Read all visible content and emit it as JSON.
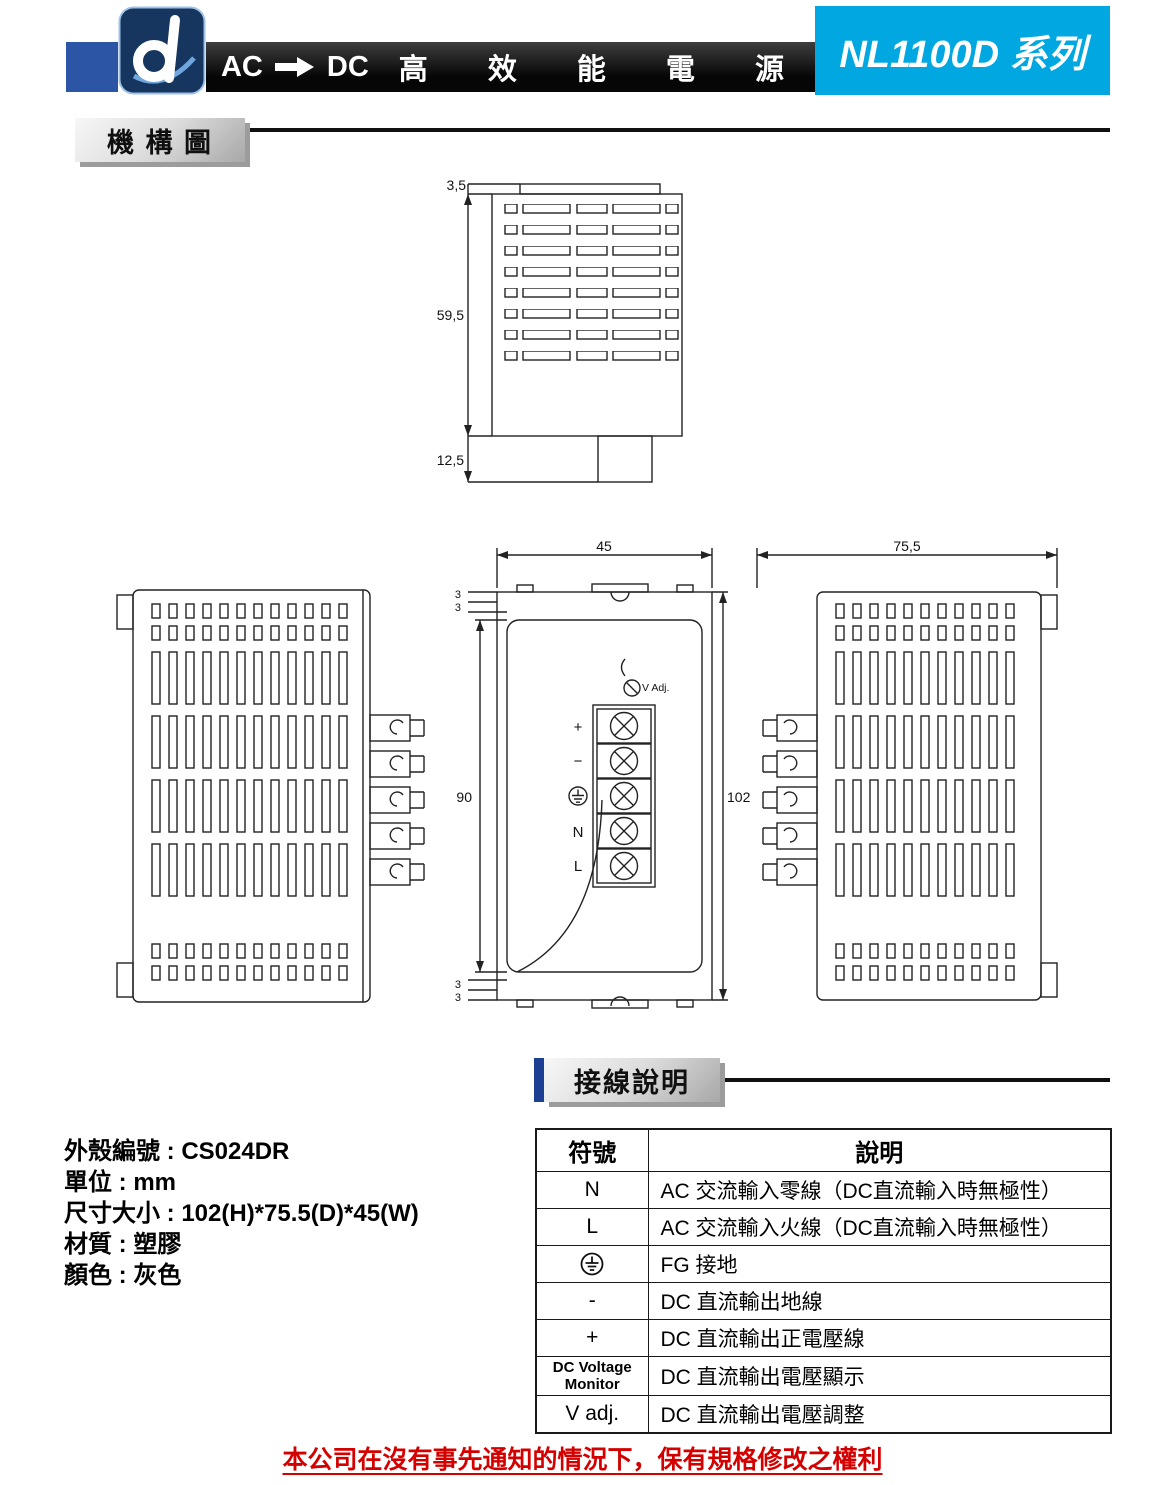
{
  "header": {
    "ac": "AC",
    "dc": "DC",
    "suffix": "高 效 能 電 源",
    "series": "NL1100D 系列",
    "logo_icon": "dc-power-brand-logo"
  },
  "sections": {
    "mechanical": "機 構 圖",
    "wiring": "接線說明"
  },
  "drawing": {
    "top": {
      "d1": "3,5",
      "d2": "59,5",
      "d3": "12,5"
    },
    "front": {
      "w": "45",
      "h_inner": "90",
      "h_outer": "102",
      "t1": "3",
      "t2": "3",
      "t3": "3",
      "t4": "3",
      "pot": "V Adj.",
      "term_plus": "+",
      "term_minus": "−",
      "term_ground_icon": "earth-ground-icon",
      "term_n": "N",
      "term_l": "L"
    },
    "side": {
      "d": "75,5"
    }
  },
  "specs": {
    "lines": [
      "外殼編號  : CS024DR",
      "單位 : mm",
      "尺寸大小 : 102(H)*75.5(D)*45(W)",
      "材質 : 塑膠",
      "顏色 : 灰色"
    ]
  },
  "table": {
    "headers": {
      "symbol": "符號",
      "description": "說明"
    },
    "rows": [
      {
        "symbol": "N",
        "description": "AC 交流輸入零線（DC直流輸入時無極性）"
      },
      {
        "symbol": "L",
        "description": "AC 交流輸入火線（DC直流輸入時無極性）"
      },
      {
        "symbol_icon": "earth-ground-icon",
        "description": "FG 接地"
      },
      {
        "symbol": "-",
        "description": "DC 直流輸出地線"
      },
      {
        "symbol": "+",
        "description": "DC 直流輸出正電壓線"
      },
      {
        "symbol": "DC Voltage Monitor",
        "description": "DC 直流輸出電壓顯示"
      },
      {
        "symbol": "V adj.",
        "description": "DC 直流輸出電壓調整"
      }
    ]
  },
  "footer": {
    "notice": "本公司在沒有事先通知的情況下，保有規格修改之權利"
  },
  "colors": {
    "accent_cyan": "#00a7e1",
    "accent_navy": "#16355f",
    "notice_red": "#d40000"
  }
}
